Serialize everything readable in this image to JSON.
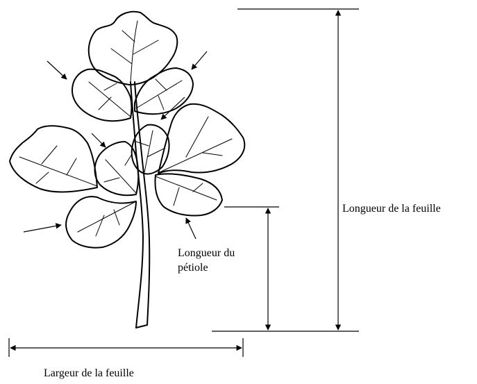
{
  "labels": {
    "leaf_length": "Longueur de la feuille",
    "petiole_length_line1": "Longueur du",
    "petiole_length_line2": "pétiole",
    "leaf_width": "Largeur de la feuille"
  },
  "colors": {
    "ink": "#000000",
    "background": "#ffffff"
  }
}
